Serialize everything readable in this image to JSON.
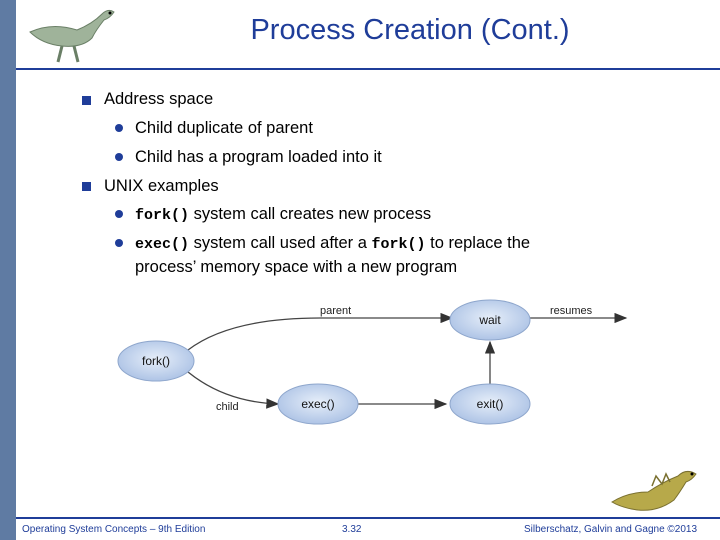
{
  "slide": {
    "title": "Process Creation (Cont.)",
    "bullets": [
      {
        "text": "Address space",
        "sub": [
          "Child duplicate of parent",
          "Child has a program loaded into it"
        ]
      },
      {
        "text": "UNIX examples",
        "sub": [
          {
            "code": "fork()",
            "text": " system call creates new process"
          },
          {
            "code1": "exec()",
            "text1": " system call used after a ",
            "code2": "fork()",
            "text2": " to replace the",
            "text3": "process’ memory space with a new program"
          }
        ]
      }
    ]
  },
  "diagram": {
    "nodes": {
      "fork": "fork()",
      "wait": "wait",
      "exec": "exec()",
      "exit": "exit()"
    },
    "labels": {
      "parent": "parent",
      "resumes": "resumes",
      "child": "child"
    }
  },
  "footer": {
    "left": "Operating System Concepts – 9th Edition",
    "center": "3.32",
    "right": "Silberschatz, Galvin and Gagne ©2013"
  },
  "colors": {
    "accent": "#1f3d99",
    "sidebar": "#5f7ba3",
    "node_fill": "#b9cbe8"
  }
}
